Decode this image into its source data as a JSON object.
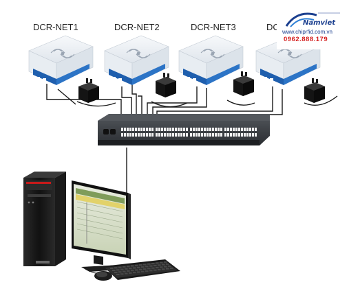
{
  "devices": [
    {
      "label": "DCR-NET1"
    },
    {
      "label": "DCR-NET2"
    },
    {
      "label": "DCR-NET3"
    },
    {
      "label": "DCR-NET4"
    }
  ],
  "brand": {
    "name": "Namviet",
    "url": "www.chiprfid.com.vn",
    "phone": "0962.888.179"
  },
  "colors": {
    "reader_body": "#ecf0f5",
    "reader_panel": "#1f5fae",
    "switch_body": "#2f3236",
    "cable": "#1a1a1a",
    "brand_blue": "#1b3f8f",
    "brand_red": "#d41f1f"
  }
}
